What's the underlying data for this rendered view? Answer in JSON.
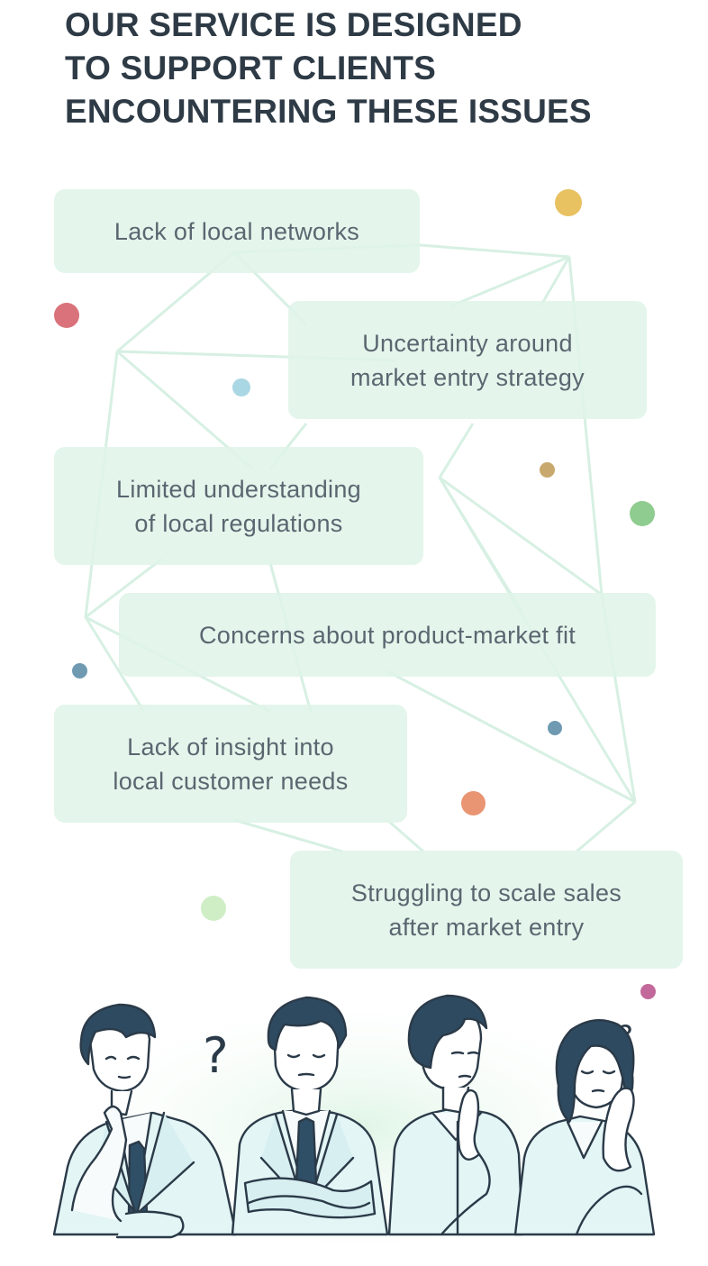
{
  "heading": {
    "lines": [
      "OUR SERVICE IS DESIGNED",
      "TO SUPPORT CLIENTS",
      "ENCOUNTERING THESE ISSUES"
    ]
  },
  "issues": [
    {
      "line1": "Lack of local networks"
    },
    {
      "line1": "Uncertainty around",
      "line2": "market entry strategy"
    },
    {
      "line1": "Limited understanding",
      "line2": "of local regulations"
    },
    {
      "line1": "Concerns about product-market fit"
    },
    {
      "line1": "Lack of insight into",
      "line2": "local customer needs"
    },
    {
      "line1": "Struggling to scale sales",
      "line2": "after market entry"
    }
  ],
  "dot_colors": [
    "#e8c160",
    "#d9727a",
    "#a9d7e3",
    "#c8a86c",
    "#8fcc8f",
    "#6f9ab2",
    "#6f9ab2",
    "#e99472",
    "#cfeec6",
    "#c2689a"
  ],
  "question_marks": [
    "?",
    "?"
  ],
  "colors": {
    "heading": "#2e3b46",
    "card_bg": "#e0f4e8",
    "card_text": "#5a6670",
    "network_lines": "#d7f0e3"
  },
  "illustration": {
    "figures": [
      "man-thinking-hand-on-chin",
      "man-arms-crossed",
      "man-hand-on-chin",
      "woman-hand-on-cheek"
    ]
  }
}
